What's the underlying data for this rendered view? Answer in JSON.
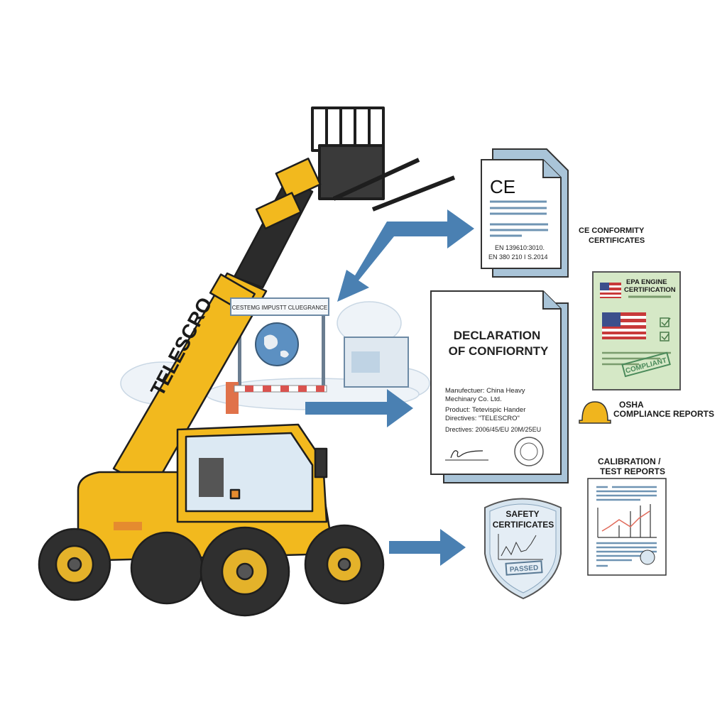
{
  "machine": {
    "brand_text": "TELESCRO",
    "body_color": "#f2b91e",
    "boom_dark_color": "#2b2b2b"
  },
  "customs": {
    "sign_text": "CESTEMG IMPUSTT CLUEGRANCE"
  },
  "ce_document": {
    "mark": "CE",
    "lines": [
      "EN 139610:3010.",
      "EN 380 210 I S.2014"
    ],
    "label_line1": "CE CONFORMITY",
    "label_line2": "CERTIFICATES"
  },
  "declaration": {
    "title_line1": "DECLARATION",
    "title_line2": "OF CONFIORNTY",
    "lines": [
      "Manufectuer: China Heavy",
      "Mechinary Co. Ltd.",
      "Product: Tetevispic Hander",
      "Directives:    \"TELESCRO\"",
      "Drectives: 2006/45/EU 20M/25EU"
    ]
  },
  "epa": {
    "title_line1": "EPA ENGINE",
    "title_line2": "CERTIFICATION",
    "stamp": "COMPLIANT",
    "card_color": "#d5e8c6"
  },
  "osha": {
    "label_line1": "OSHA",
    "label_line2": "COMPLIANCE REPORTS",
    "icon": "hard-hat-icon"
  },
  "safety": {
    "title_line1": "SAFETY",
    "title_line2": "CERTIFICATES",
    "stamp": "PASSED"
  },
  "calibration": {
    "title_line1": "CALIBRATION /",
    "title_line2": "TEST REPORTS"
  },
  "colors": {
    "arrow": "#4a80b2",
    "doc_back": "#a9c4d8",
    "line": "#6f94b3"
  }
}
